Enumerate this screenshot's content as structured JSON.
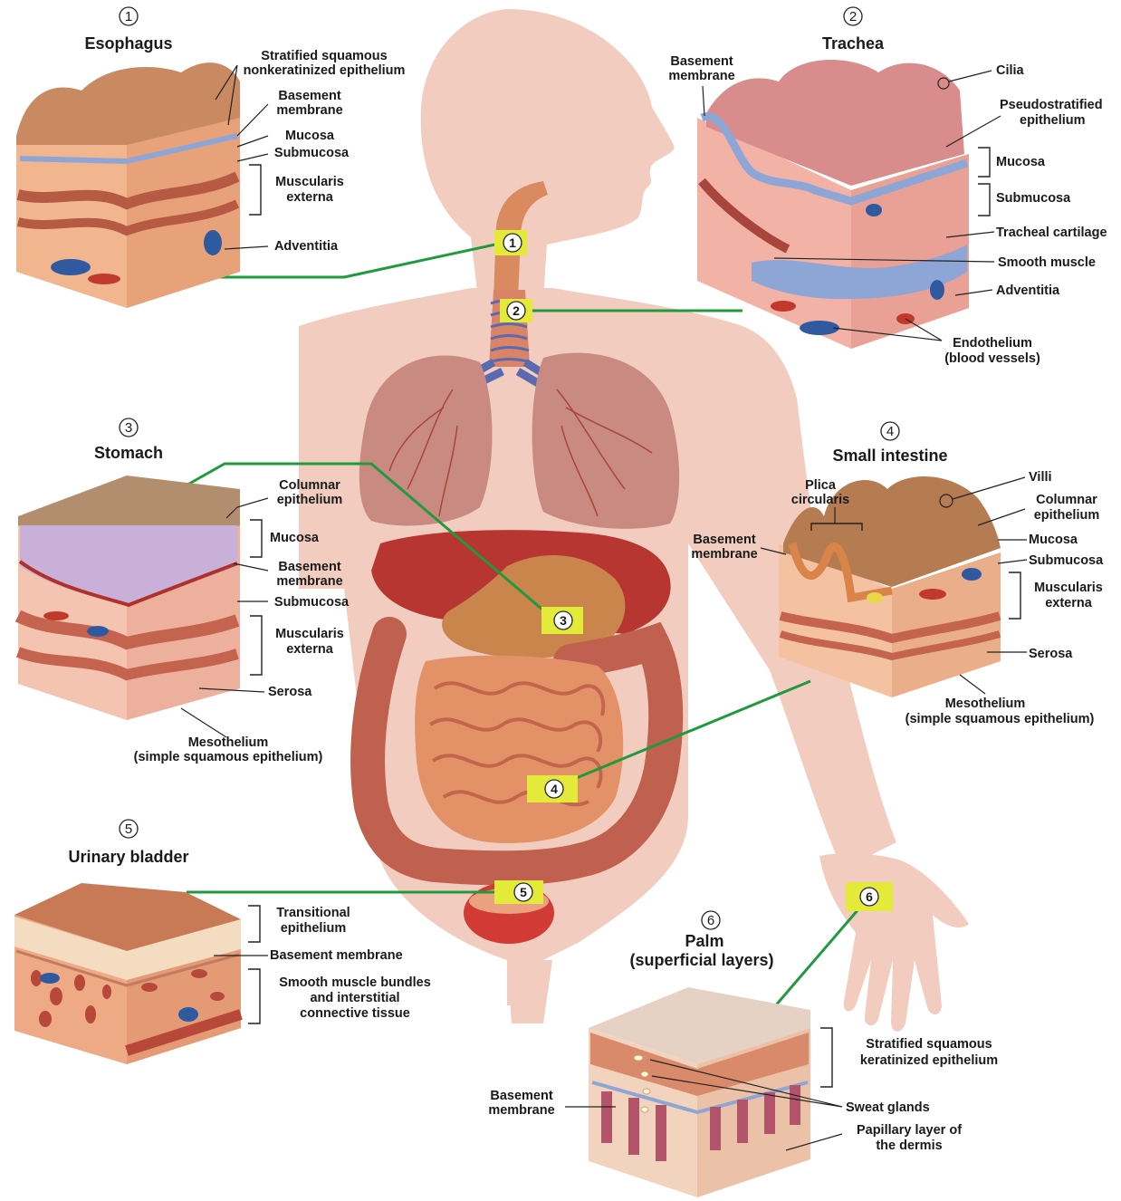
{
  "colors": {
    "body": "#f2cdbf",
    "connector": "#1f9a3c",
    "marker": "#e4ea3a",
    "tissue_light": "#f6c7a8",
    "tissue_mid": "#e7a07c",
    "tissue_dark": "#b65a44",
    "epithelium_blue": "#8ea6d6"
  },
  "panels": {
    "esophagus": {
      "number": "1",
      "title": "Esophagus",
      "labels": [
        "Stratified squamous",
        "nonkeratinized epithelium",
        "Basement",
        "membrane",
        "Mucosa",
        "Submucosa",
        "Muscularis",
        "externa",
        "Adventitia"
      ]
    },
    "trachea": {
      "number": "2",
      "title": "Trachea",
      "labels": [
        "Basement",
        "membrane",
        "Cilia",
        "Pseudostratified",
        "epithelium",
        "Mucosa",
        "Submucosa",
        "Tracheal cartilage",
        "Smooth muscle",
        "Adventitia",
        "Endothelium",
        "(blood vessels)"
      ]
    },
    "stomach": {
      "number": "3",
      "title": "Stomach",
      "labels": [
        "Columnar",
        "epithelium",
        "Mucosa",
        "Basement",
        "membrane",
        "Submucosa",
        "Muscularis",
        "externa",
        "Serosa",
        "Mesothelium",
        "(simple squamous epithelium)"
      ]
    },
    "small_intestine": {
      "number": "4",
      "title": "Small intestine",
      "labels": [
        "Plica",
        "circularis",
        "Villi",
        "Columnar",
        "epithelium",
        "Basement",
        "membrane",
        "Mucosa",
        "Submucosa",
        "Muscularis",
        "externa",
        "Serosa",
        "Mesothelium",
        "(simple squamous epithelium)"
      ]
    },
    "urinary_bladder": {
      "number": "5",
      "title": "Urinary bladder",
      "labels": [
        "Transitional",
        "epithelium",
        "Basement membrane",
        "Smooth muscle bundles",
        "and interstitial",
        "connective tissue"
      ]
    },
    "palm": {
      "number": "6",
      "title": "Palm",
      "subtitle": "(superficial layers)",
      "labels": [
        "Stratified squamous",
        "keratinized epithelium",
        "Basement",
        "membrane",
        "Sweat glands",
        "Papillary layer of",
        "the dermis"
      ]
    }
  },
  "markers": [
    "1",
    "2",
    "3",
    "4",
    "5",
    "6"
  ]
}
